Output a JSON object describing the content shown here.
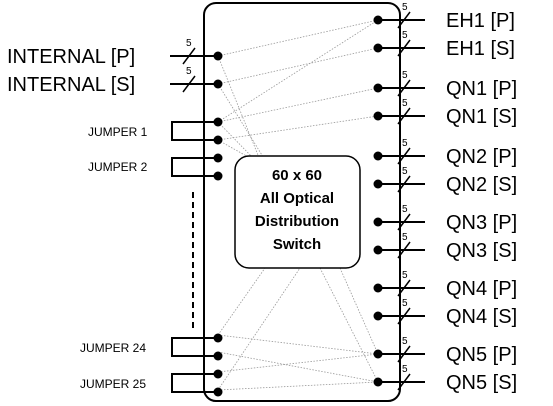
{
  "switch": {
    "lines": [
      "60 x 60",
      "All Optical",
      "Distribution",
      "Switch"
    ]
  },
  "bus_width": "5",
  "left_ports": [
    {
      "label": "INTERNAL [P]",
      "kind": "internal"
    },
    {
      "label": "INTERNAL [S]",
      "kind": "internal"
    },
    {
      "label": "JUMPER 1",
      "kind": "jumper"
    },
    {
      "label": "JUMPER 2",
      "kind": "jumper"
    },
    {
      "label": "JUMPER 24",
      "kind": "jumper"
    },
    {
      "label": "JUMPER 25",
      "kind": "jumper"
    }
  ],
  "right_ports": [
    {
      "label": "EH1 [P]"
    },
    {
      "label": "EH1 [S]"
    },
    {
      "label": "QN1 [P]"
    },
    {
      "label": "QN1 [S]"
    },
    {
      "label": "QN2 [P]"
    },
    {
      "label": "QN2 [S]"
    },
    {
      "label": "QN3 [P]"
    },
    {
      "label": "QN3 [S]"
    },
    {
      "label": "QN4 [P]"
    },
    {
      "label": "QN4 [S]"
    },
    {
      "label": "QN5 [P]"
    },
    {
      "label": "QN5 [S]"
    }
  ]
}
